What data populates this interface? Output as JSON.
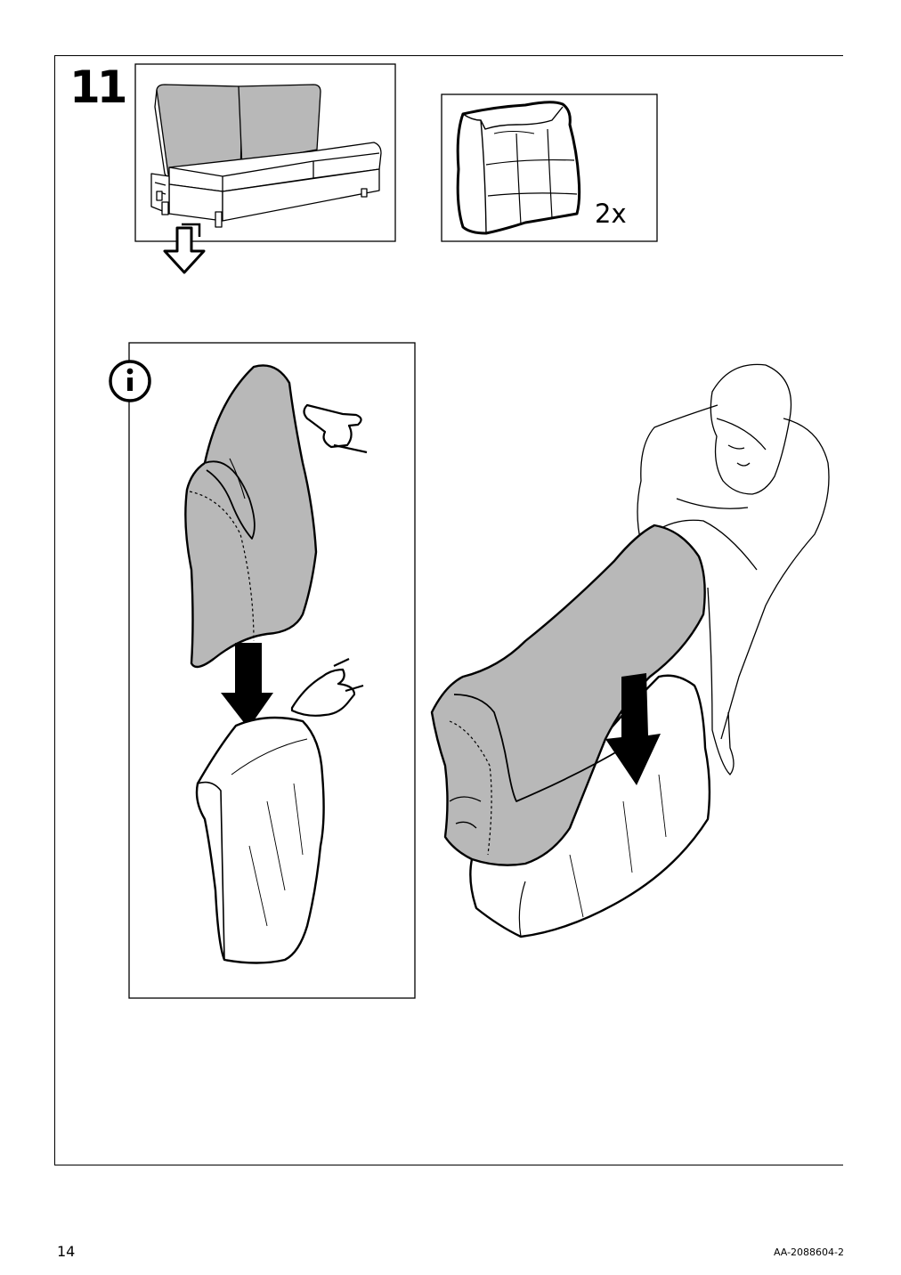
{
  "step": {
    "number": "11"
  },
  "parts": {
    "quantity_label": "2x"
  },
  "info": {
    "icon": "info-icon"
  },
  "footer": {
    "page_number": "14",
    "document_code": "AA-2088604-2"
  },
  "colors": {
    "line": "#000000",
    "fabric": "#b8b8b8",
    "paper": "#ffffff"
  }
}
